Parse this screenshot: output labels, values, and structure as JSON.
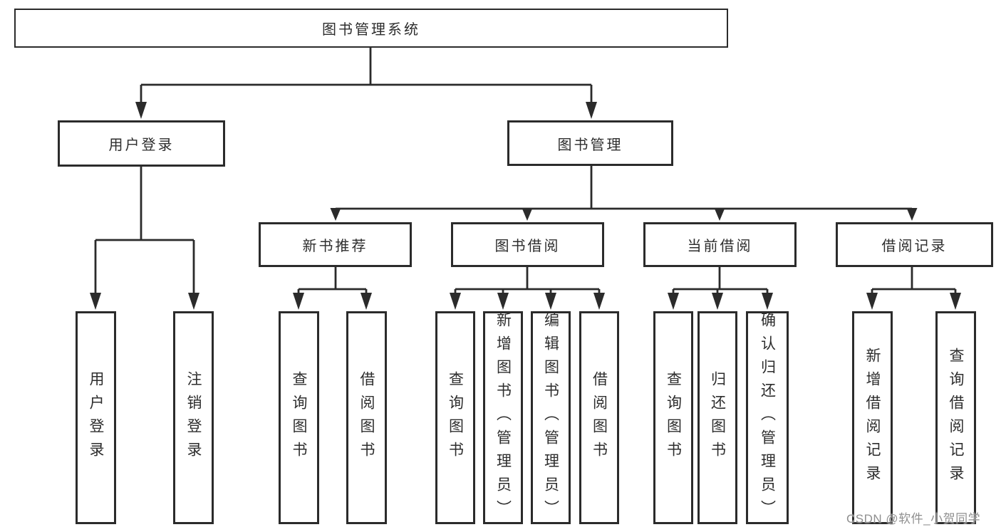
{
  "colors": {
    "background": "#ffffff",
    "line": "#2b2b2b",
    "box_fill": "#ffffff",
    "text": "#2d2d2d",
    "watermark_text_color": "#8f8f8f"
  },
  "tree": {
    "root": {
      "label": "图书管理系统"
    },
    "branches": [
      {
        "label": "用户登录",
        "children": [
          {
            "label": "用户登录"
          },
          {
            "label": "注销登录"
          }
        ]
      },
      {
        "label": "图书管理",
        "children": [
          {
            "label": "新书推荐",
            "children": [
              {
                "label": "查询图书"
              },
              {
                "label": "借阅图书"
              }
            ]
          },
          {
            "label": "图书借阅",
            "children": [
              {
                "label": "查询图书"
              },
              {
                "label": "新增图书（管理员）"
              },
              {
                "label": "编辑图书（管理员）"
              },
              {
                "label": "借阅图书"
              }
            ]
          },
          {
            "label": "当前借阅",
            "children": [
              {
                "label": "查询图书"
              },
              {
                "label": "归还图书"
              },
              {
                "label": "确认归还（管理员）"
              }
            ]
          },
          {
            "label": "借阅记录",
            "children": [
              {
                "label": "新增借阅记录"
              },
              {
                "label": "查询借阅记录"
              }
            ]
          }
        ]
      }
    ]
  },
  "watermark": {
    "text": "CSDN @软件_小贺同学"
  }
}
